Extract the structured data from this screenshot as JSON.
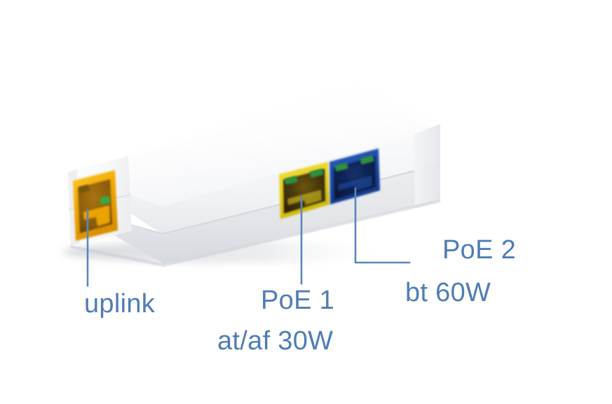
{
  "scene": {
    "kind": "product-photo-annotated",
    "subject": "poe-extender",
    "background_color": "#ffffff"
  },
  "device": {
    "body_color": "#ffffff",
    "top_face_color": "#fbfbfc",
    "front_face_color": "#e9eaec",
    "end_face_color": "#f4f5f6",
    "seam_color": "#d8dadd",
    "shadow_color": "#d5d7da"
  },
  "ports": [
    {
      "id": "uplink",
      "face": "left-end",
      "color": "#f2a900",
      "inner_color": "#8a5d08",
      "led_color": "#39a845",
      "led_count": 2
    },
    {
      "id": "poe1",
      "face": "front",
      "color": "#e7d21d",
      "inner_color": "#4c3d0c",
      "led_color": "#2f8f3f",
      "led_count": 2
    },
    {
      "id": "poe2",
      "face": "front",
      "color": "#1d4aa8",
      "inner_color": "#0a1c48",
      "led_color": "#2f8f3f",
      "led_count": 2
    }
  ],
  "annotations": {
    "color": "#4f7db4",
    "leader_line_color": "#5b86bd",
    "items": [
      {
        "id": "uplink",
        "label": "uplink",
        "sub": "",
        "leader": "vertical"
      },
      {
        "id": "poe1",
        "label": "PoE 1",
        "sub": "at/af 30W",
        "leader": "vertical"
      },
      {
        "id": "poe2",
        "label": "PoE 2",
        "sub": "bt 60W",
        "leader": "elbow"
      }
    ]
  },
  "labels": {
    "uplink": "uplink",
    "poe1_name": "PoE 1",
    "poe1_spec": "at/af 30W",
    "poe2_name": "PoE 2",
    "poe2_spec": "bt 60W"
  }
}
